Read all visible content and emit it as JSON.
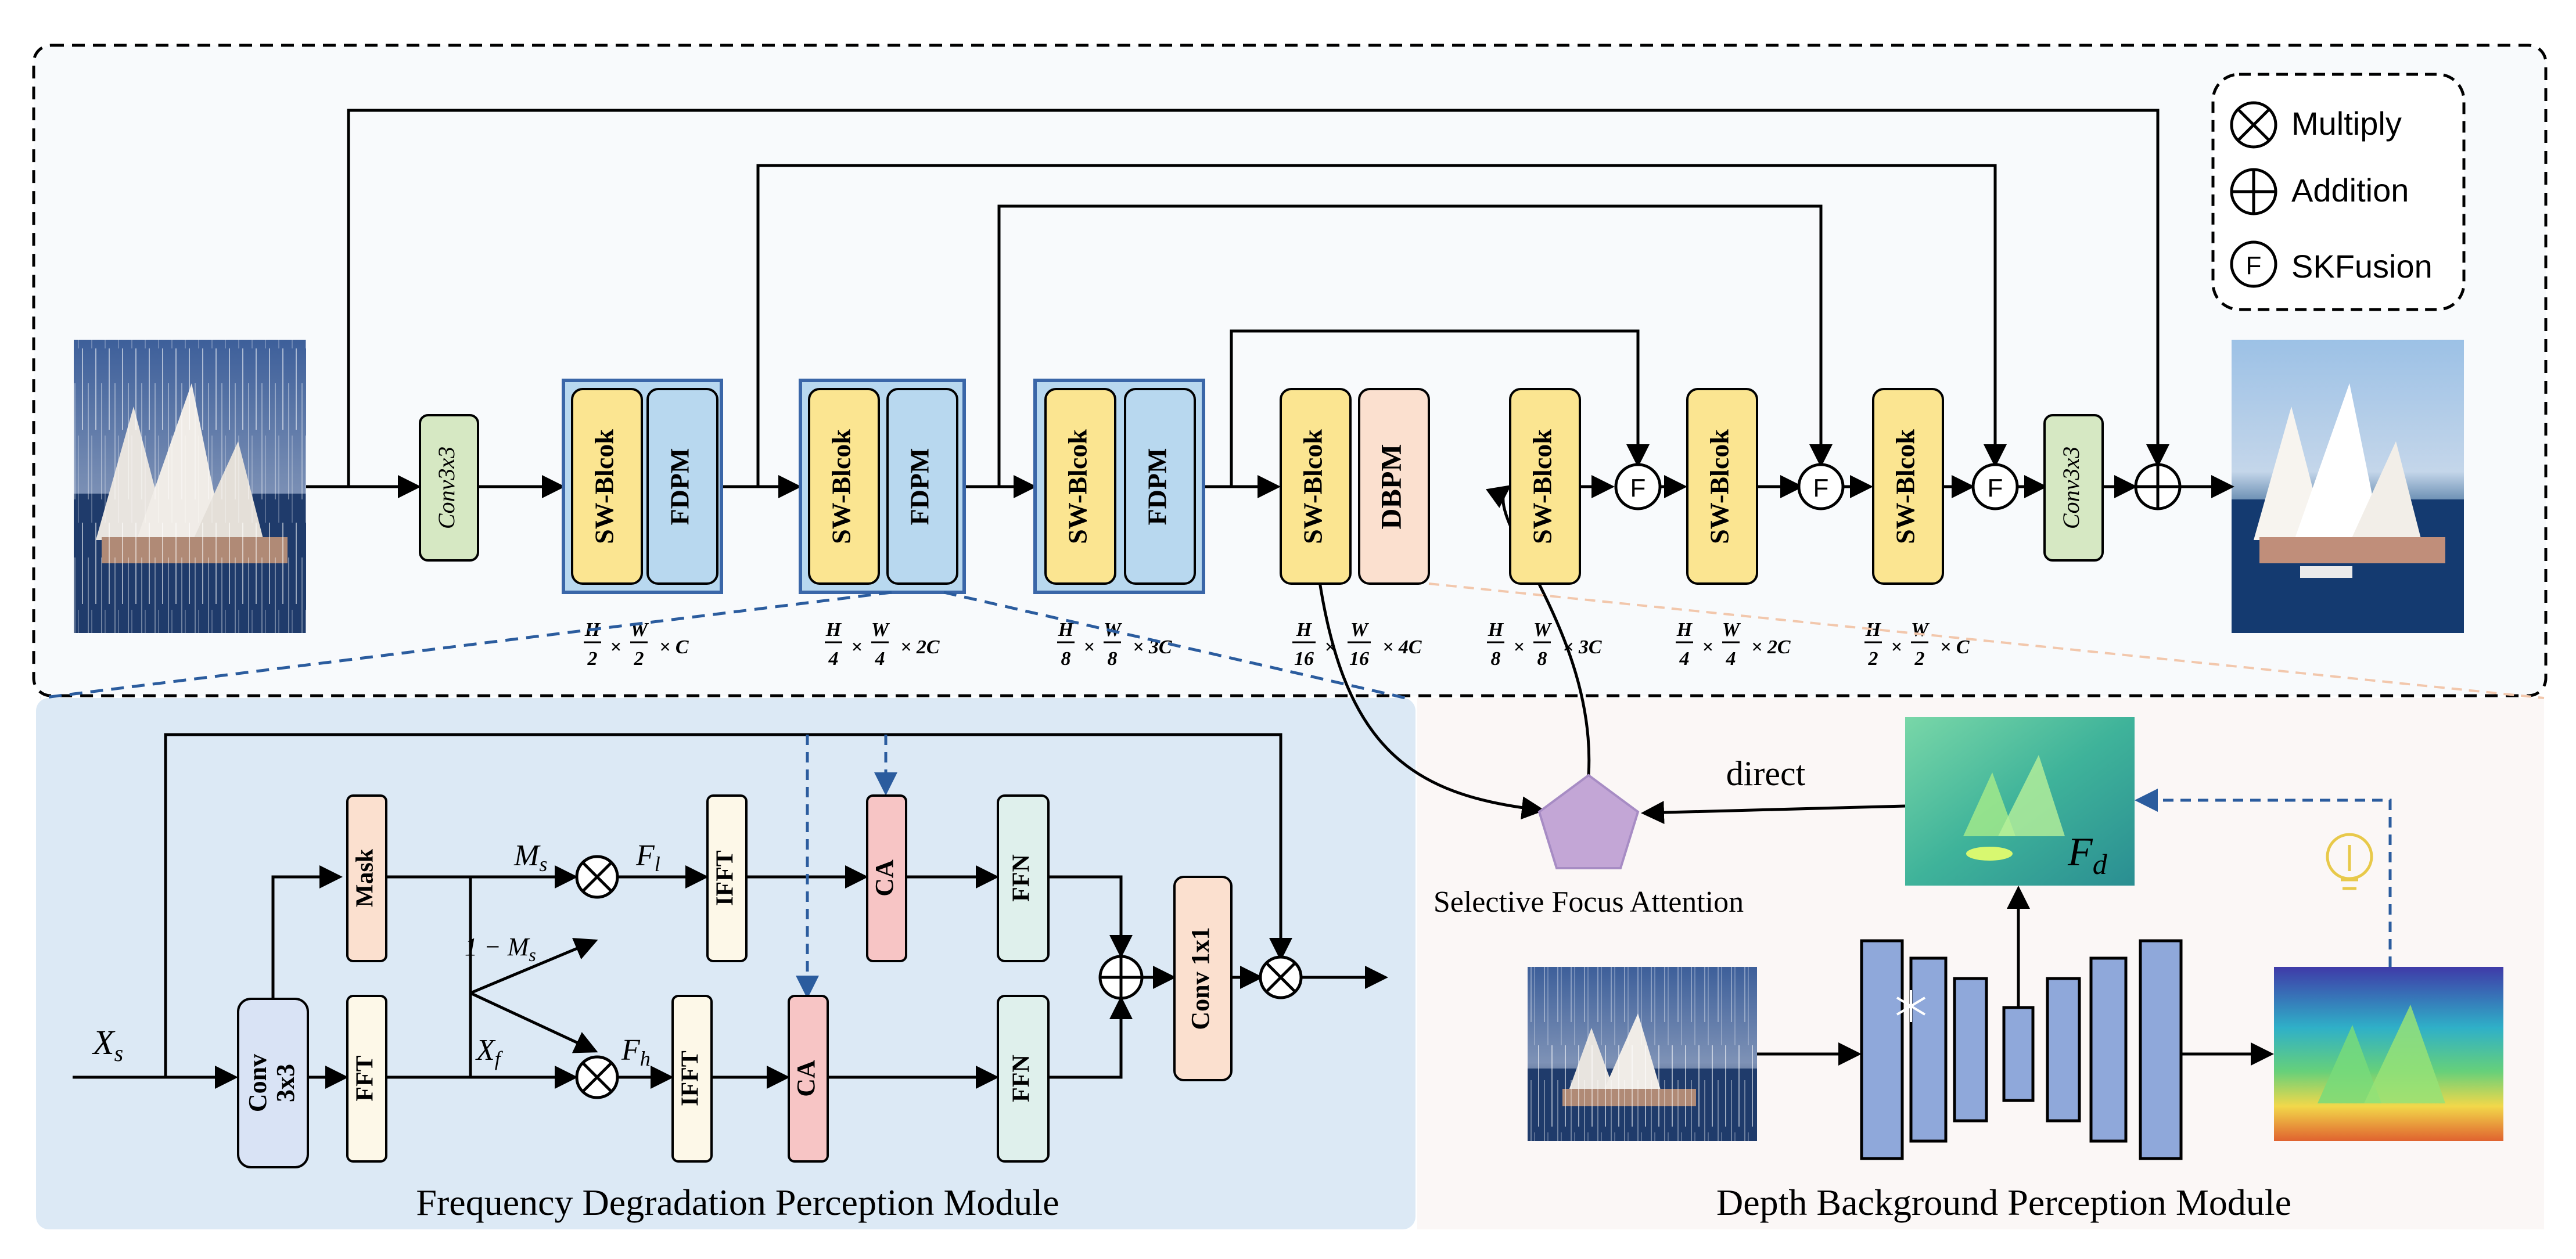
{
  "colors": {
    "yellow": "#fbe591",
    "blue_block": "#b8d8ef",
    "block_border": "#3a66a8",
    "green": "#d6e8c3",
    "peach": "#fbe0cf",
    "pink": "#f7c5c5",
    "cream": "#fdf8e8",
    "teal": "#dff0ec",
    "fdpm_panel": "#dce9f5",
    "dbpm_panel": "#fbf7f6",
    "pentagon": "#c3a6d6",
    "decoder_blue": "#8fa8da",
    "dashed_blue": "#2b5c9e"
  },
  "legend": {
    "multiply": "Multiply",
    "addition": "Addition",
    "skfusion": "SKFusion"
  },
  "main": {
    "conv_in": "Conv3x3",
    "conv_out": "Conv3x3",
    "sw": "SW-Blcok",
    "fdpm": "FDPM",
    "dbpm": "DBPM",
    "fusion": "F",
    "dims": {
      "d1": [
        "H",
        "2",
        "W",
        "2",
        "× C"
      ],
      "d2": [
        "H",
        "4",
        "W",
        "4",
        "× 2C"
      ],
      "d3": [
        "H",
        "8",
        "W",
        "8",
        "× 3C"
      ],
      "d4": [
        "H",
        "16",
        "W",
        "16",
        "× 4C"
      ],
      "d5": [
        "H",
        "8",
        "W",
        "8",
        "× 3C"
      ],
      "d6": [
        "H",
        "4",
        "W",
        "4",
        "× 2C"
      ],
      "d7": [
        "H",
        "2",
        "W",
        "2",
        "× C"
      ]
    }
  },
  "fdpm_module": {
    "title": "Frequency Degradation Perception Module",
    "input": "X",
    "input_sub": "s",
    "conv": [
      "Conv",
      "3x3"
    ],
    "mask": "Mask",
    "fft": "FFT",
    "ms": "M",
    "ms_sub": "s",
    "one_minus_ms": "1 − M",
    "one_minus_ms_sub": "s",
    "xf": "X",
    "xf_sub": "f",
    "fl": "F",
    "fl_sub": "l",
    "fh": "F",
    "fh_sub": "h",
    "ifft": "IFFT",
    "ca": "CA",
    "ffn": "FFN",
    "conv1x1": "Conv 1x1"
  },
  "dbpm_module": {
    "title": "Depth Background Perception Module",
    "sfa": "Selective Focus Attention",
    "direct": "direct",
    "fd": "F",
    "fd_sub": "d"
  }
}
